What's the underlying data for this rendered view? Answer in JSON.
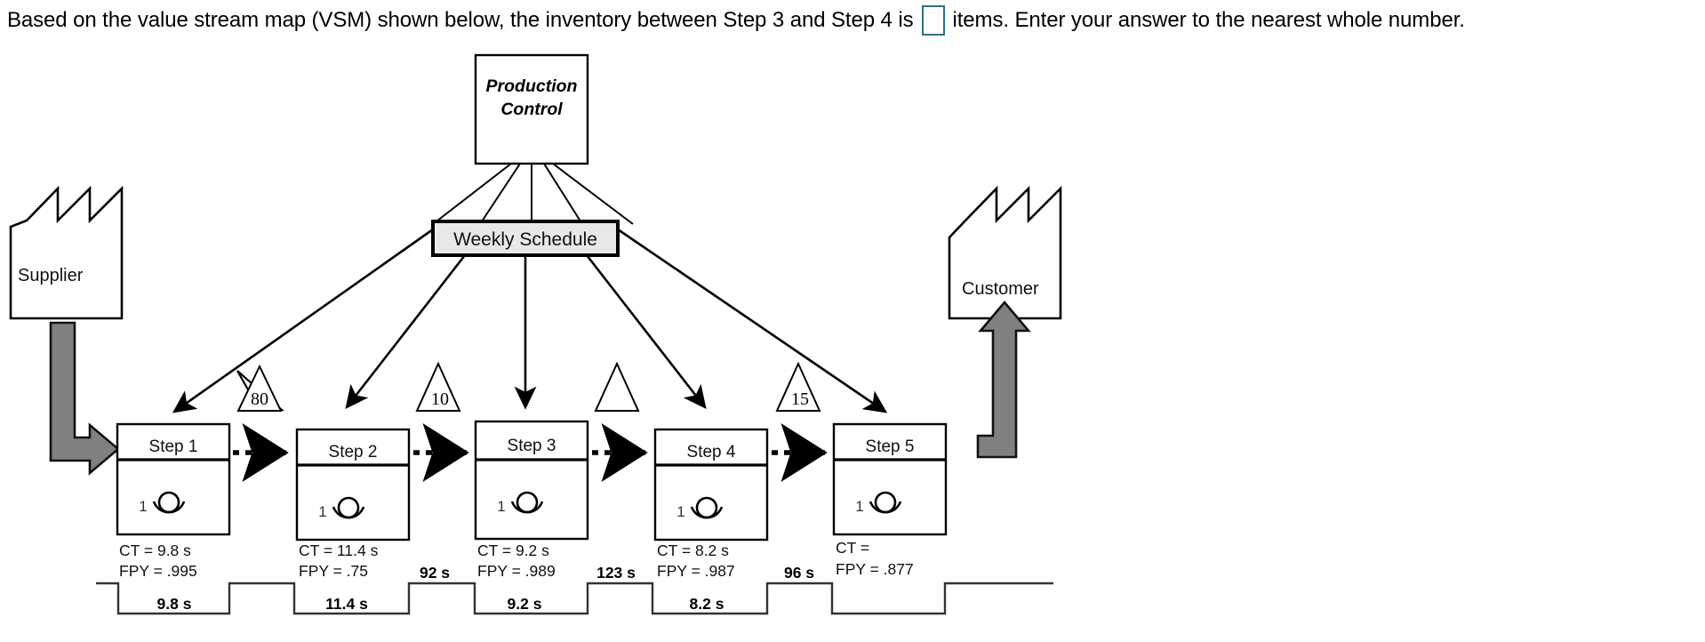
{
  "question": {
    "text_before": "Based on the value stream map (VSM) shown below, the inventory between Step 3 and Step 4 is",
    "text_after": "items.  Enter your answer to the nearest whole number.",
    "answer_value": "",
    "answer_placeholder": "",
    "answer_border_color": "#2e6e8e"
  },
  "vsm": {
    "production_control": {
      "line1": "Production",
      "line2": "Control"
    },
    "weekly_schedule": {
      "label": "Weekly Schedule",
      "fill": "#e8e8e8"
    },
    "supplier": {
      "label": "Supplier"
    },
    "customer": {
      "label": "Customer"
    },
    "material_arrow_color": "#808080",
    "inventory_triangles": [
      {
        "id": "inv-supplier-step1",
        "value": ""
      },
      {
        "id": "inv-step1-step2",
        "value": "80"
      },
      {
        "id": "inv-step2-step3",
        "value": "10"
      },
      {
        "id": "inv-step3-step4",
        "value": ""
      },
      {
        "id": "inv-step4-step5",
        "value": "15"
      }
    ],
    "processes": [
      {
        "id": "step-1",
        "title": "Step 1",
        "operators": "1",
        "ct": "CT = 9.8 s",
        "fpy": "FPY = .995"
      },
      {
        "id": "step-2",
        "title": "Step 2",
        "operators": "1",
        "ct": "CT = 11.4 s",
        "fpy": "FPY = .75"
      },
      {
        "id": "step-3",
        "title": "Step 3",
        "operators": "1",
        "ct": "CT = 9.2 s",
        "fpy": "FPY = .989"
      },
      {
        "id": "step-4",
        "title": "Step 4",
        "operators": "1",
        "ct": "CT = 8.2 s",
        "fpy": "FPY = .987"
      },
      {
        "id": "step-5",
        "title": "Step 5",
        "operators": "1",
        "ct": "CT =",
        "fpy": "FPY = .877"
      }
    ],
    "timeline": {
      "value_added_times": [
        "9.8 s",
        "11.4 s",
        "9.2 s",
        "8.2 s"
      ],
      "lead_times": [
        "92 s",
        "123 s",
        "96 s"
      ]
    }
  }
}
